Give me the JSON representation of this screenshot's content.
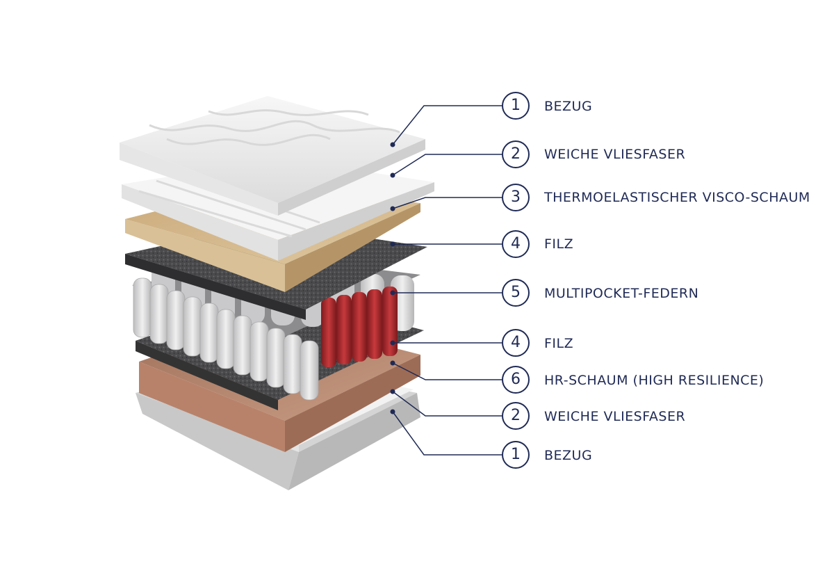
{
  "colors": {
    "line": "#1f2a55",
    "cover": "#eeeeee",
    "fleece": "#f4f4f4",
    "visco": "#cfb289",
    "felt": "#4a4a4c",
    "spring": "#d9d9db",
    "spring_red": "#a3262a",
    "hr_foam": "#b6856c"
  },
  "layers": [
    {
      "number": "1",
      "label": "BEZUG"
    },
    {
      "number": "2",
      "label": "WEICHE VLIESFASER"
    },
    {
      "number": "3",
      "label": "THERMOELASTISCHER VISCO-SCHAUM"
    },
    {
      "number": "4",
      "label": "FILZ"
    },
    {
      "number": "5",
      "label": "MULTIPOCKET-FEDERN"
    },
    {
      "number": "4",
      "label": "FILZ"
    },
    {
      "number": "6",
      "label": "HR-SCHAUM (HIGH RESILIENCE)"
    },
    {
      "number": "2",
      "label": "WEICHE VLIESFASER"
    },
    {
      "number": "1",
      "label": "BEZUG"
    }
  ]
}
